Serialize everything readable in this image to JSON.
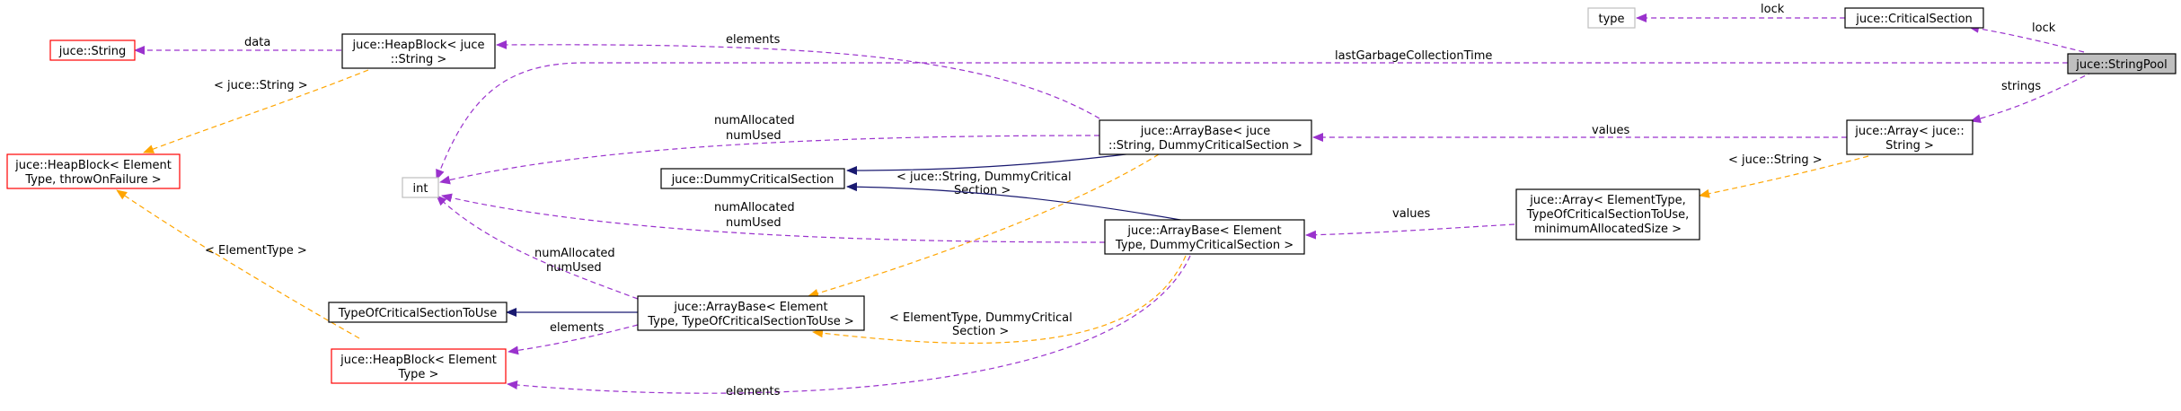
{
  "nodes": {
    "string_pool": "juce::StringPool",
    "critical_section": "juce::CriticalSection",
    "type": "type",
    "array_string": [
      "juce::Array< juce::",
      "String >"
    ],
    "array_element": [
      "juce::Array< ElementType,",
      "TypeOfCriticalSectionToUse,",
      "minimumAllocatedSize >"
    ],
    "arraybase_string": [
      "juce::ArrayBase< juce",
      "::String, DummyCriticalSection >"
    ],
    "arraybase_element_dummy": [
      "juce::ArrayBase< Element",
      "Type, DummyCriticalSection >"
    ],
    "arraybase_element_typeof": [
      "juce::ArrayBase< Element",
      "Type, TypeOfCriticalSectionToUse >"
    ],
    "heapblock_string": [
      "juce::HeapBlock< juce",
      "::String >"
    ],
    "juce_string": "juce::String",
    "heapblock_elementtype_throw": [
      "juce::HeapBlock< Element",
      "Type, throwOnFailure >"
    ],
    "int": "int",
    "dummy_critical_section": "juce::DummyCriticalSection",
    "typeof_critical_section": "TypeOfCriticalSectionToUse",
    "heapblock_elementtype": [
      "juce::HeapBlock< Element",
      "Type >"
    ]
  },
  "edges": {
    "lock_1": "lock",
    "lock_2": "lock",
    "strings": "strings",
    "last_gc_time": "lastGarbageCollectionTime",
    "values_1": "values",
    "values_2": "values",
    "juce_string_param_1": "< juce::String >",
    "juce_string_param_2": "< juce::String >",
    "elements_1": "elements",
    "elements_2": "elements",
    "elements_3": "elements",
    "data": "data",
    "num_alloc_1": [
      "numAllocated",
      "numUsed"
    ],
    "num_alloc_2": [
      "numAllocated",
      "numUsed"
    ],
    "num_alloc_3": [
      "numAllocated",
      "numUsed"
    ],
    "string_dummy_param": [
      "< juce::String, DummyCritical",
      "Section >"
    ],
    "element_dummy_param": [
      "< ElementType, DummyCritical",
      "Section >"
    ],
    "elementtype_param": "< ElementType >"
  },
  "colors": {
    "member_edge": "#9a32cd",
    "template_edge": "#ffa500",
    "inheritance_edge": "#191970",
    "template_node_border": "#ff0000",
    "undocumented_border": "#bfbfbf",
    "focus_fill": "#bfbfbf"
  }
}
